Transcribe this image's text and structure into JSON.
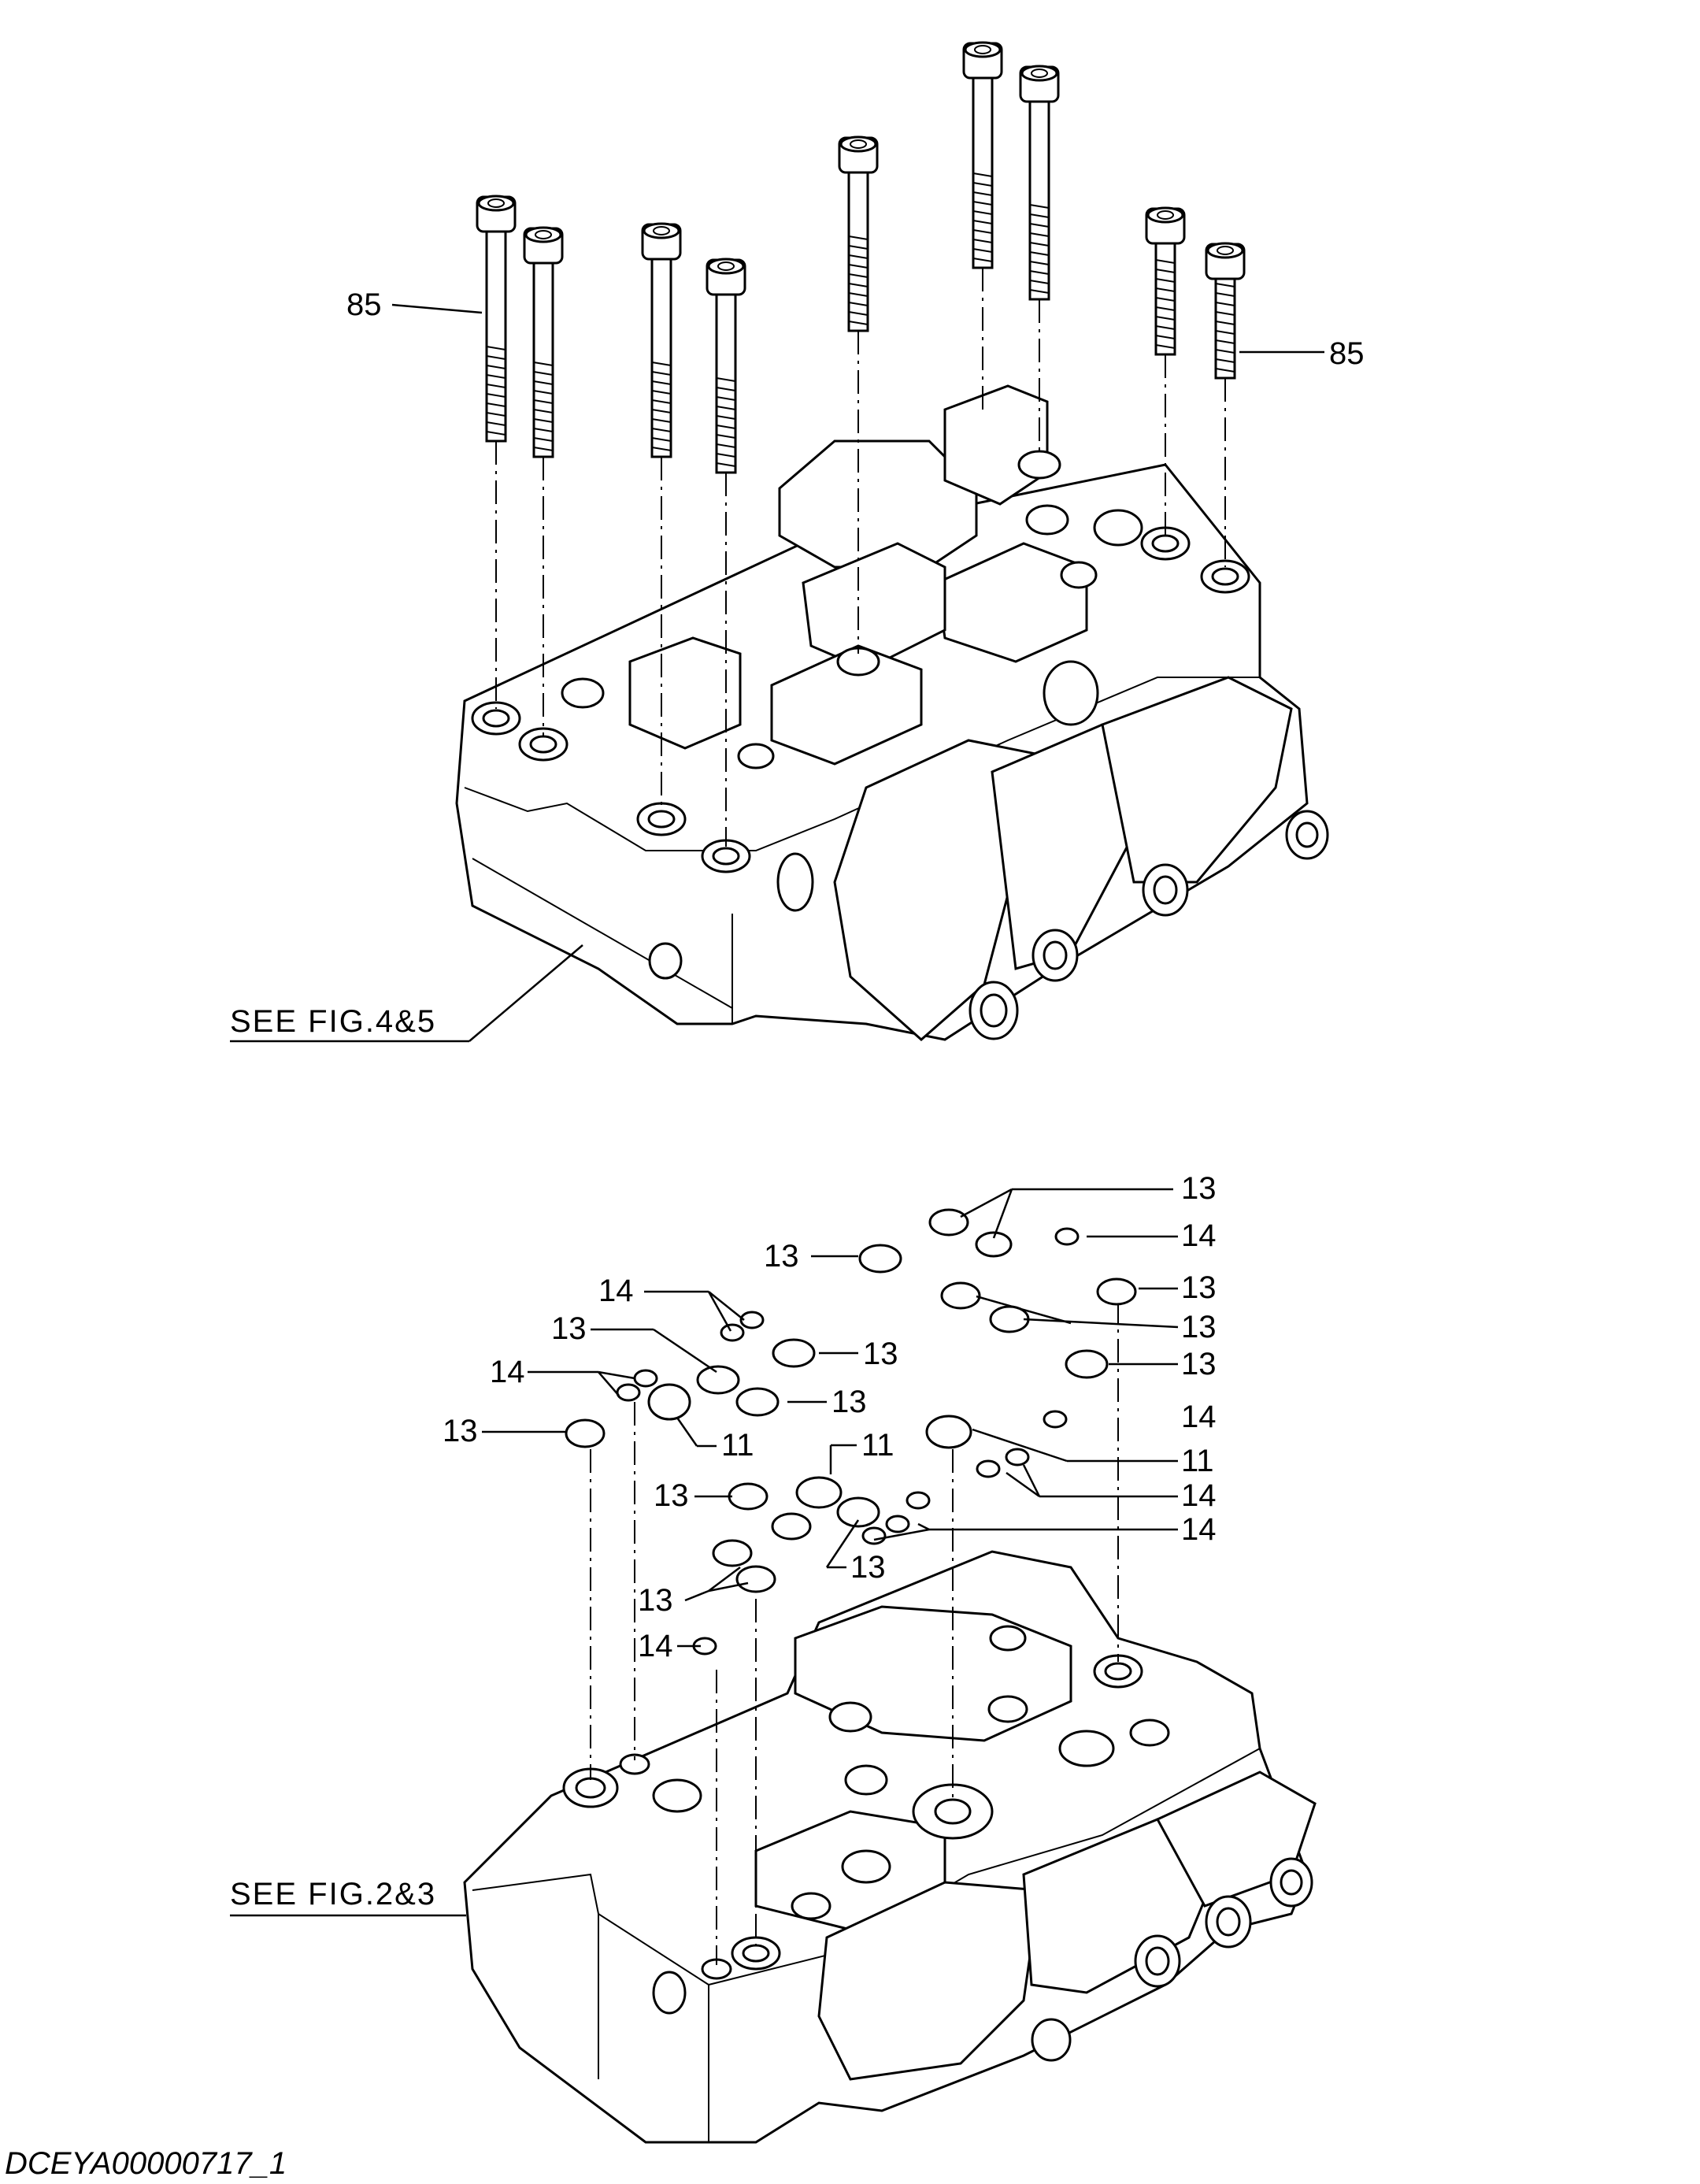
{
  "refs": {
    "upper": "SEE FIG.4&5",
    "lower": "SEE FIG.2&3"
  },
  "doc_id": "DCEYA00000717_1",
  "callouts": {
    "c85": "85",
    "c11": "11",
    "c13": "13",
    "c14": "14"
  }
}
